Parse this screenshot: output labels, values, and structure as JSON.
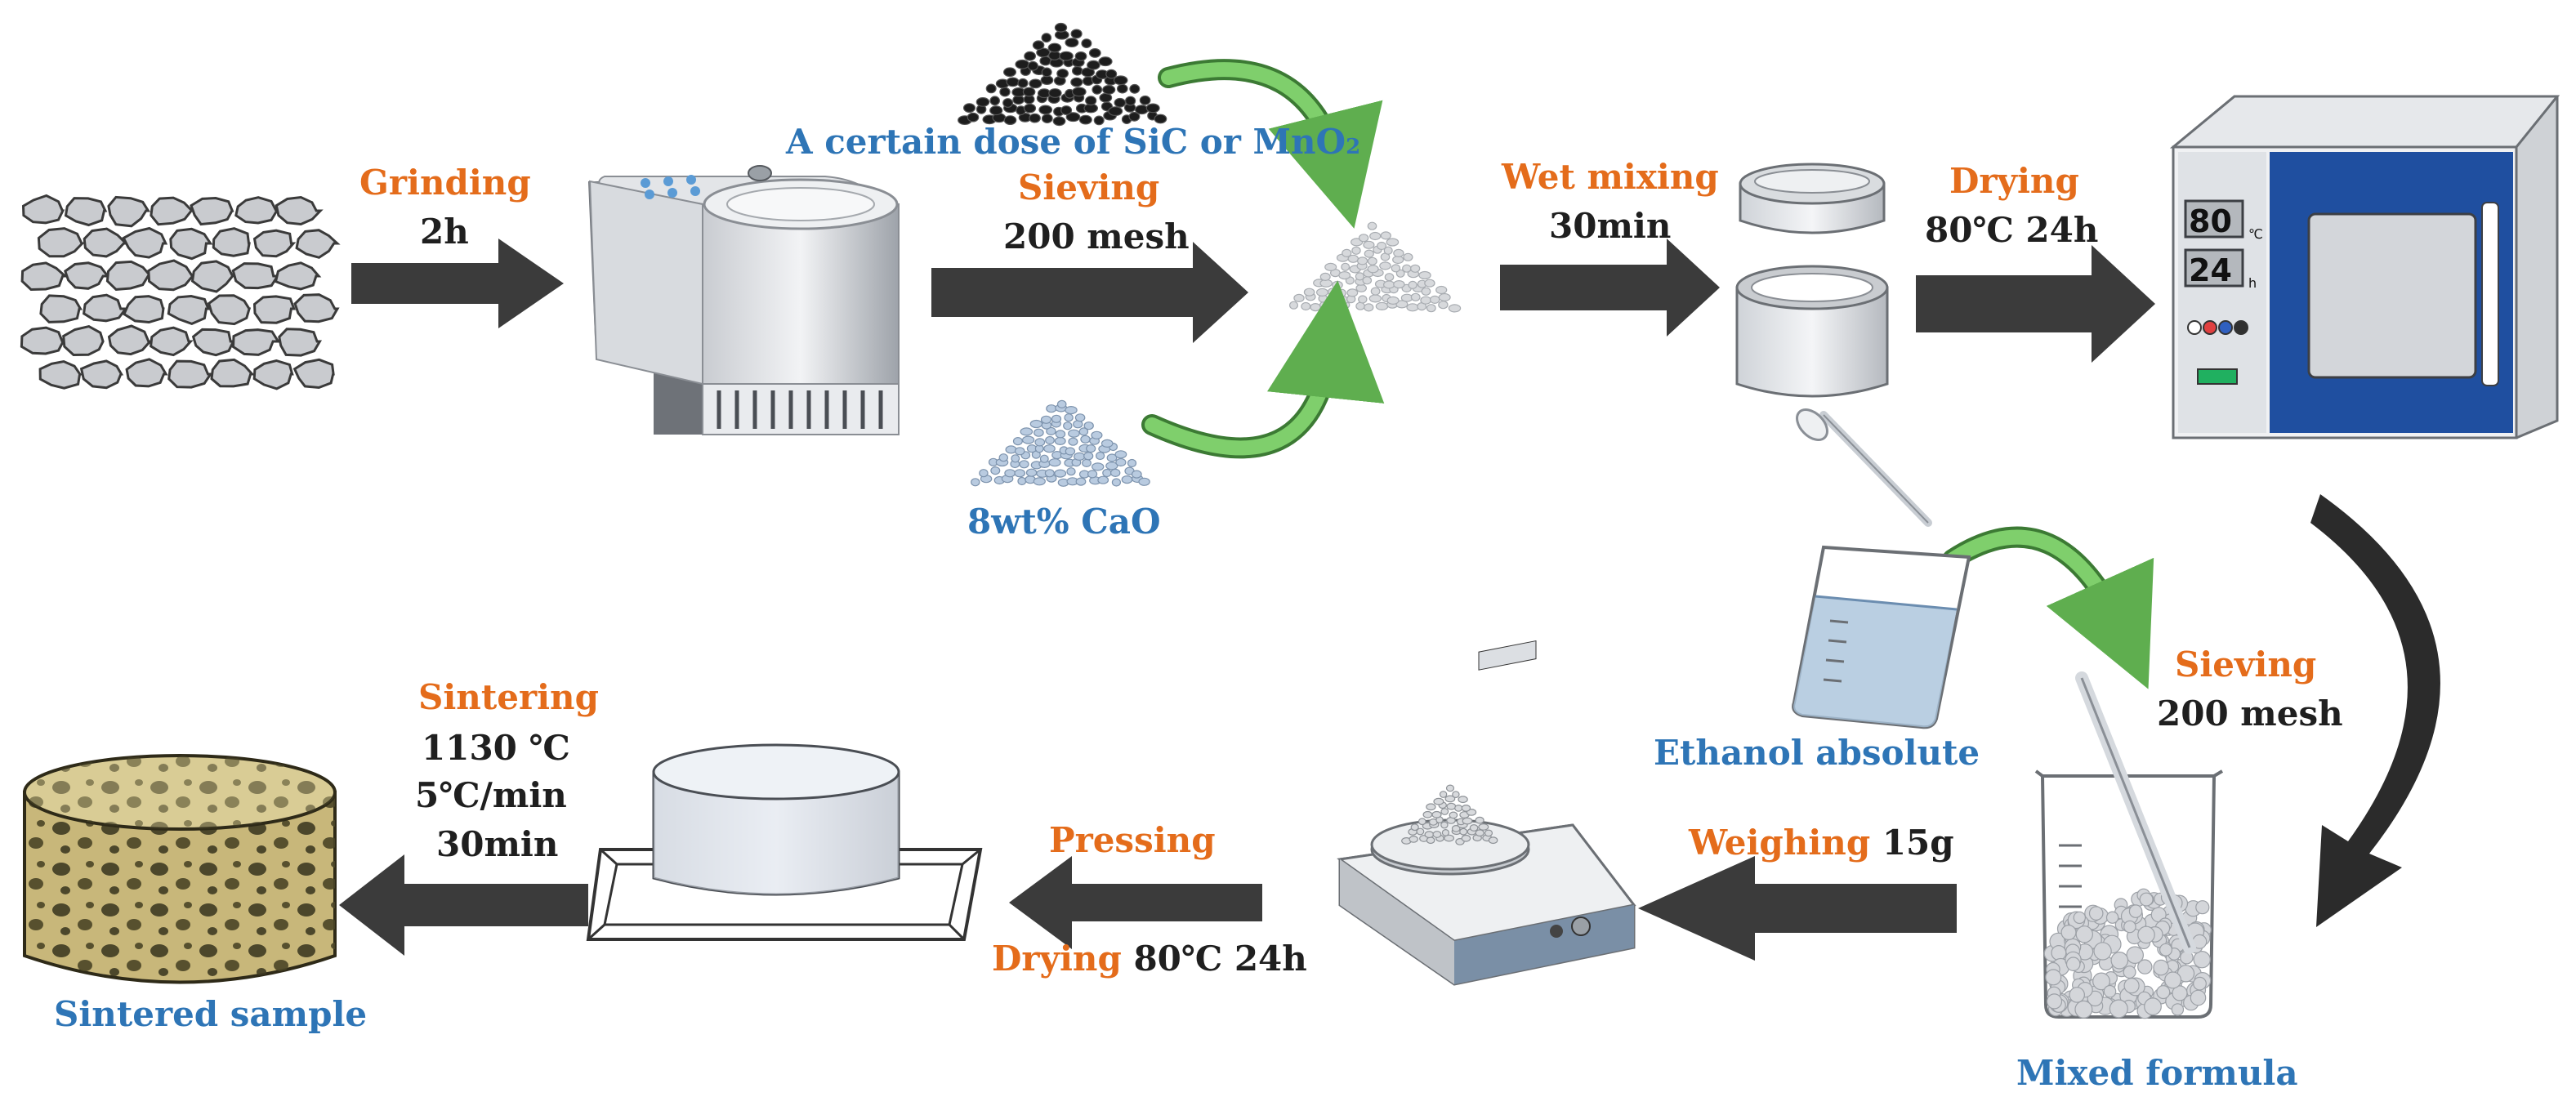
{
  "labels": {
    "grinding": "Grinding",
    "grinding_time": "2h",
    "additive": "A certain dose of SiC or MnO",
    "additive_sub": "2",
    "sieving_1": "Sieving",
    "mesh_1": "200 mesh",
    "cao": "8wt% CaO",
    "wet_mixing": "Wet mixing",
    "wet_mixing_time": "30min",
    "drying_1": "Drying",
    "drying_1_cond": "80℃ 24h",
    "oven_temp": "80",
    "oven_temp_unit": "℃",
    "oven_time": "24",
    "oven_time_unit": "h",
    "ethanol": "Ethanol absolute",
    "sieving_2": "Sieving",
    "mesh_2": "200 mesh",
    "mixed_formula": "Mixed formula",
    "weighing": "Weighing",
    "weighing_mass": "15g",
    "pressing": "Pressing",
    "drying_2": "Drying",
    "drying_2_cond": "80℃ 24h",
    "sintering": "Sintering",
    "sinter_temp": "1130 ℃",
    "sinter_rate": "5℃/min",
    "sinter_time": "30min",
    "sintered_sample": "Sintered sample"
  },
  "colors": {
    "step_label": "#e46c1b",
    "condition_label": "#1f1f1f",
    "material_label": "#2e75b6",
    "process_arrow": "#3b3b3b",
    "curved_arrow": "#5fae4f",
    "oven_panel": "#1f4fa0",
    "sample_body": "#c8b77a"
  },
  "icons": [
    "raw-material-lumps-icon",
    "grinder-machine-icon",
    "dark-powder-pile-icon",
    "powder-pile-icon",
    "cao-powder-pile-icon",
    "mold-container-icon",
    "drying-oven-icon",
    "ethanol-beaker-icon",
    "dropper-pipette-icon",
    "mixing-beaker-icon",
    "electronic-balance-icon",
    "press-mold-icon",
    "sintered-sample-icon"
  ]
}
